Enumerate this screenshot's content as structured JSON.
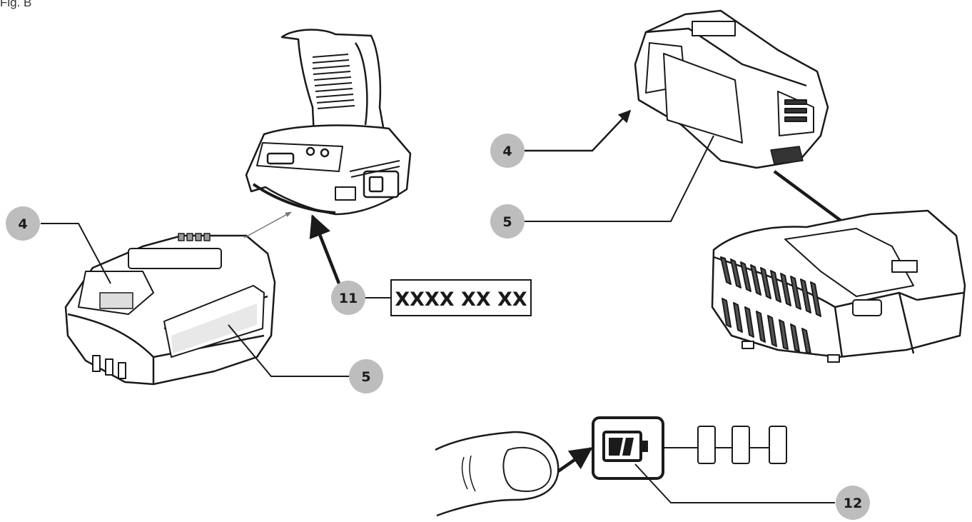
{
  "figure_label": "Fig. B",
  "part_number_box": "XXXX XX XX",
  "callouts": {
    "battery_left_top": "4",
    "battery_left_side": "5",
    "tool_base": "11",
    "battery_right_top": "4",
    "battery_right_side": "5",
    "fuel_gauge": "12"
  },
  "colors": {
    "line": "#1a1a1a",
    "callout_fill": "#bdbdbd"
  },
  "icons": [
    "drill-handle-illustration",
    "battery-pack-illustration",
    "charger-illustration",
    "finger-illustration",
    "battery-gauge-icon"
  ]
}
